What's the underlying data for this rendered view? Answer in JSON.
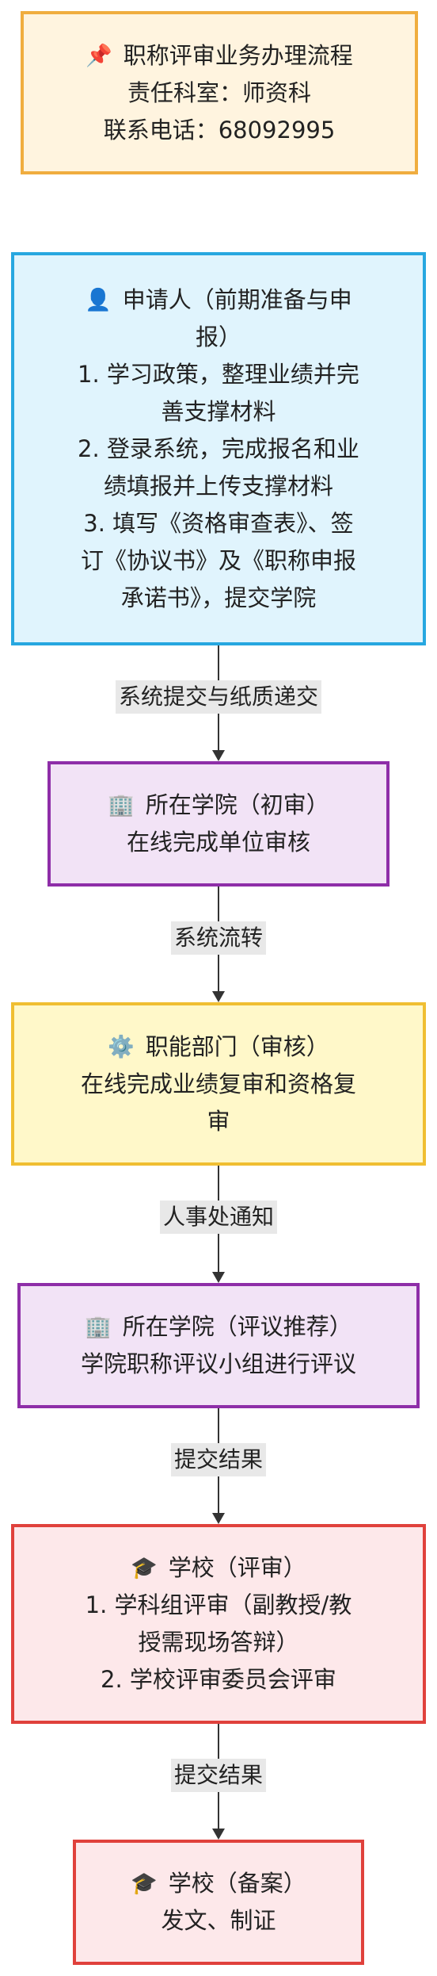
{
  "nodes": {
    "title": {
      "icon": "📌",
      "lines": [
        "职称评审业务办理流程",
        "责任科室：师资科",
        "联系电话：68092995"
      ]
    },
    "applicant": {
      "icon": "👤",
      "lines": [
        "申请人（前期准备与申",
        "报）",
        "1. 学习政策，整理业绩并完",
        "善支撑材料",
        "2. 登录系统，完成报名和业",
        "绩填报并上传支撑材料",
        "3. 填写《资格审查表》、签",
        "订《协议书》及《职称申报",
        "承诺书》，提交学院"
      ]
    },
    "college_initial": {
      "icon": "🏢",
      "lines": [
        "所在学院（初审）",
        "在线完成单位审核"
      ]
    },
    "department": {
      "icon": "⚙️",
      "lines": [
        "职能部门（审核）",
        "在线完成业绩复审和资格复",
        "审"
      ]
    },
    "college_recommend": {
      "icon": "🏢",
      "lines": [
        "所在学院（评议推荐）",
        "学院职称评议小组进行评议"
      ]
    },
    "school_review": {
      "icon": "🎓",
      "lines": [
        "学校（评审）",
        "1. 学科组评审（副教授/教",
        "授需现场答辩）",
        "2. 学校评审委员会评审"
      ]
    },
    "school_record": {
      "icon": "🎓",
      "lines": [
        "学校（备案）",
        "发文、制证"
      ]
    }
  },
  "edges": {
    "e1": "系统提交与纸质递交",
    "e2": "系统流转",
    "e3": "人事处通知",
    "e4": "提交结果",
    "e5": "提交结果"
  },
  "colors": {
    "title_fill": "#fff4df",
    "title_border": "#f0ad3f",
    "applicant_fill": "#e0f4fd",
    "applicant_border": "#27a7e0",
    "college_fill": "#f2e3f6",
    "college_border": "#8e2ea8",
    "dept_fill": "#fff8c9",
    "dept_border": "#f0be32",
    "school_fill": "#fde8ea",
    "school_border": "#e0413c",
    "edge_label_bg": "#e8e8e8"
  }
}
